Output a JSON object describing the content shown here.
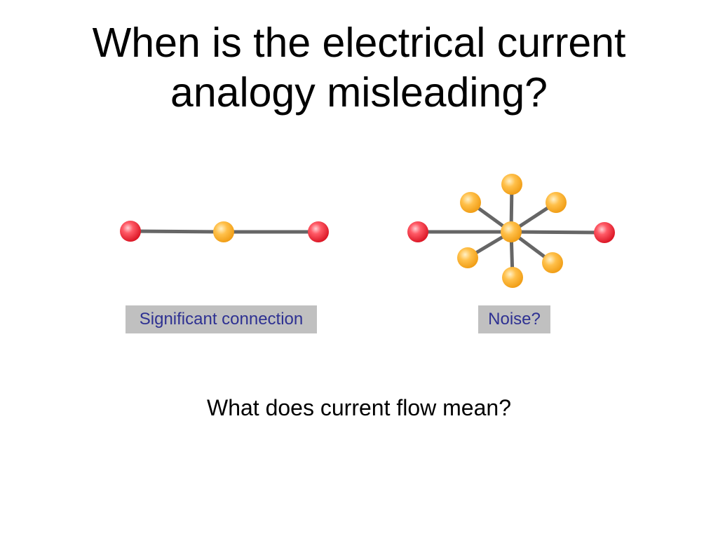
{
  "slide": {
    "title_line1": "When is the electrical current",
    "title_line2": "analogy misleading?",
    "question": "What does current flow mean?"
  },
  "diagrams": {
    "simple": {
      "label": "Significant connection"
    },
    "star": {
      "label": "Noise?"
    }
  },
  "colors": {
    "label_text": "#2e3192",
    "label_background": "#c0c0c0",
    "edge": "#666666",
    "endpoint_node": "#ee1c2c",
    "inner_node": "#f7a81b"
  }
}
